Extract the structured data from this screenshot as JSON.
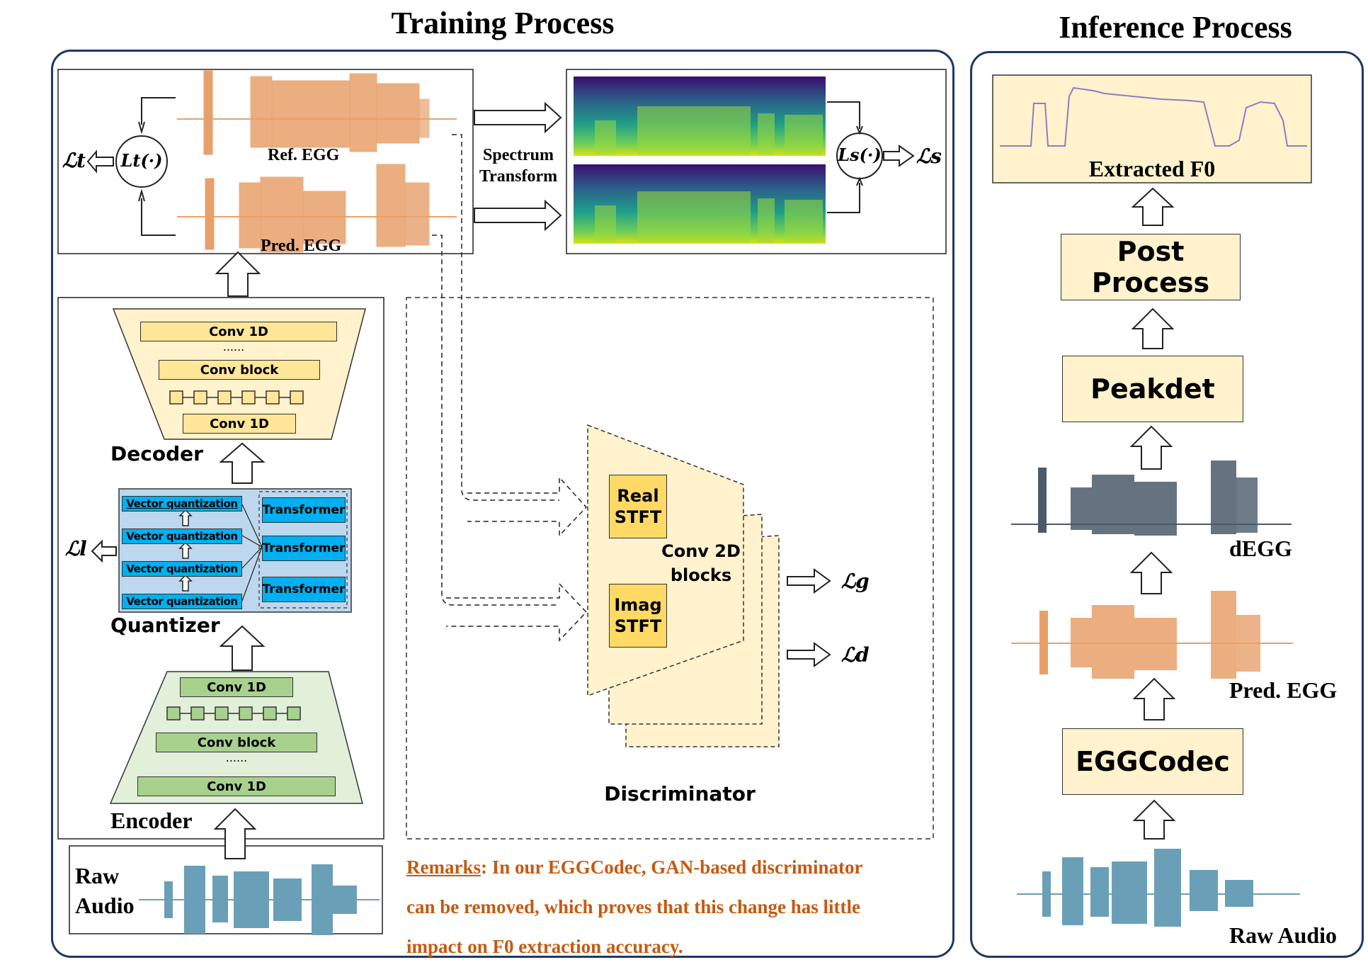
{
  "titles": {
    "training": "Training Process",
    "inference": "Inference Process"
  },
  "training": {
    "ref_egg": "Ref. EGG",
    "pred_egg": "Pred. EGG",
    "spectrum_transform_1": "Spectrum",
    "spectrum_transform_2": "Transform",
    "loss_t": "ℒt",
    "loss_t_fn": "Lt(·)",
    "loss_s": "ℒs",
    "loss_s_fn": "Ls(·)",
    "decoder": {
      "title": "Decoder",
      "conv1d_top": "Conv 1D",
      "dots": "......",
      "conv_block": "Conv block",
      "conv1d_bottom": "Conv 1D"
    },
    "quantizer": {
      "title": "Quantizer",
      "vq": [
        "Vector quantization",
        "Vector quantization",
        "Vector quantization",
        "Vector quantization"
      ],
      "transformers": [
        "Transformer",
        "Transformer",
        "Transformer"
      ],
      "loss_l": "ℒl"
    },
    "encoder": {
      "title": "Encoder",
      "conv1d_top": "Conv 1D",
      "conv_block": "Conv block",
      "dots": "......",
      "conv1d_bottom": "Conv 1D"
    },
    "raw_audio_1": "Raw",
    "raw_audio_2": "Audio",
    "discriminator": {
      "title": "Discriminator",
      "real_stft_1": "Real",
      "real_stft_2": "STFT",
      "imag_stft_1": "Imag",
      "imag_stft_2": "STFT",
      "conv2d_1": "Conv 2D",
      "conv2d_2": "blocks",
      "loss_g": "ℒg",
      "loss_d": "ℒd"
    },
    "remarks": {
      "label": "Remarks",
      "text_1": ": In our EGGCodec, GAN-based discriminator",
      "text_2": "can be removed, which proves that this change has little",
      "text_3": "impact on F0 extraction accuracy."
    }
  },
  "inference": {
    "extracted_f0": "Extracted F0",
    "post_process": "Post Process",
    "peakdet": "Peakdet",
    "degg": "dEGG",
    "pred_egg": "Pred. EGG",
    "eggcodec": "EGGCodec",
    "raw_audio": "Raw Audio"
  },
  "colors": {
    "panel_border": "#1f3864",
    "egg_orange": "#e8a06a",
    "audio_blue": "#6a9fb8",
    "degg_gray": "#4a5a6a",
    "decoder_yellow": "#fff2cc",
    "block_yellow": "#ffe699",
    "quantizer_blue": "#bdd7ee",
    "transformer_cyan": "#00b0f0",
    "encoder_green": "#e2efd9",
    "block_green": "#a9d18e",
    "stft_yellow": "#ffd966",
    "remarks_orange": "#c55a11"
  }
}
